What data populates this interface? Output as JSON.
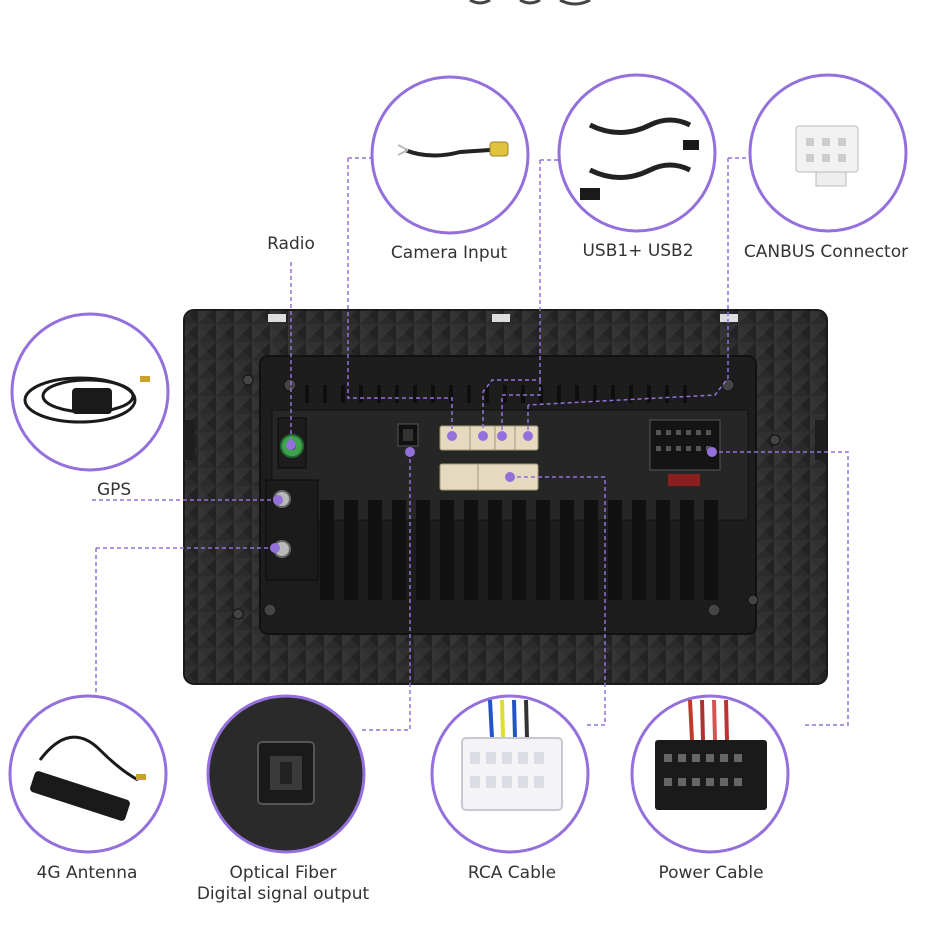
{
  "diagram": {
    "accent_color": "#9370DB",
    "labels": {
      "radio": "Radio",
      "camera_input": "Camera Input",
      "usb": "USB1+ USB2",
      "canbus": "CANBUS Connector",
      "gps": "GPS",
      "antenna_4g": "4G Antenna",
      "optical_line1": "Optical Fiber",
      "optical_line2": "Digital signal output",
      "rca": "RCA Cable",
      "power": "Power Cable"
    }
  }
}
